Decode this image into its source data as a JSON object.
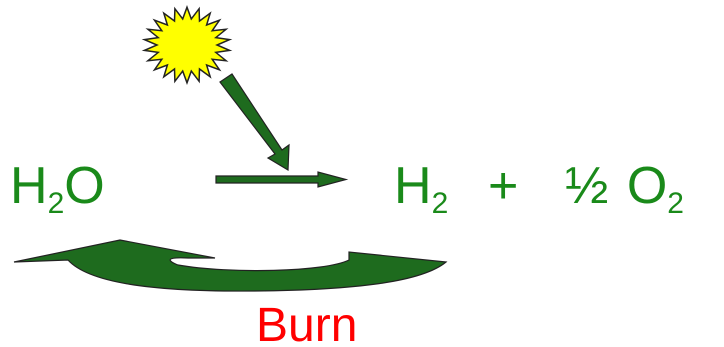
{
  "equation": {
    "reactant": {
      "symbol": "H",
      "subscript": "2",
      "suffix": "O"
    },
    "product1": {
      "symbol": "H",
      "subscript": "2"
    },
    "plus": "+",
    "product2": {
      "coefficient": "½",
      "symbol": "O",
      "subscript": "2"
    }
  },
  "cycle_label": "Burn",
  "colors": {
    "chemical_text": "#1a8a1a",
    "burn_text": "#ff0000",
    "arrow_fill": "#1e6b1e",
    "sun_fill": "#ffff00"
  },
  "icons": {
    "sun": "sun-icon",
    "light_arrow": "light-arrow-icon",
    "reaction_arrow": "reaction-arrow-icon",
    "return_arrow": "curved-return-arrow-icon"
  }
}
